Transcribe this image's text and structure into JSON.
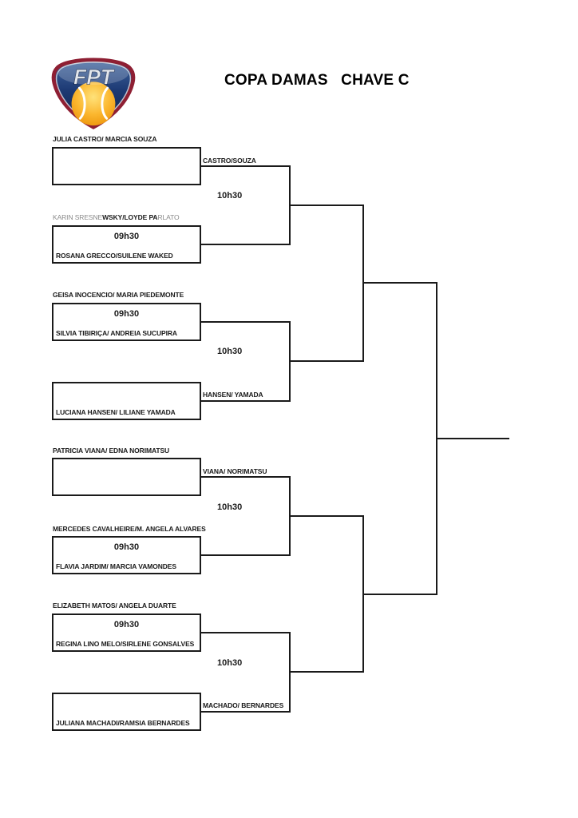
{
  "header": {
    "title": "COPA DAMAS   CHAVE C",
    "logo_text": "FPT"
  },
  "bracket": {
    "round1_slots": [
      {
        "team_above": "JULIA CASTRO/ MARCIA SOUZA",
        "time": "",
        "team_in_box": ""
      },
      {
        "team_above_segments": [
          {
            "text": "KARIN SRESNE",
            "style": "light"
          },
          {
            "text": "WSKY/LOYDE PA",
            "style": "dark"
          },
          {
            "text": "RLATO",
            "style": "light"
          }
        ],
        "time": "09h30",
        "team_in_box": "ROSANA GRECCO/SUILENE WAKED"
      },
      {
        "team_above": "GEISA INOCENCIO/ MARIA PIEDEMONTE",
        "time": "09h30",
        "team_in_box": "SILVIA TIBIRIÇA/ ANDREIA SUCUPIRA"
      },
      {
        "team_above": "",
        "time": "",
        "team_in_box": "LUCIANA HANSEN/ LILIANE YAMADA"
      },
      {
        "team_above": "PATRICIA VIANA/ EDNA NORIMATSU",
        "time": "",
        "team_in_box": ""
      },
      {
        "team_above": "MERCEDES CAVALHEIRE/M. ANGELA ALVARES",
        "time": "09h30",
        "team_in_box": "FLAVIA JARDIM/ MARCIA VAMONDES"
      },
      {
        "team_above": "ELIZABETH MATOS/ ANGELA DUARTE",
        "time": "09h30",
        "team_in_box": "REGINA LINO MELO/SIRLENE GONSALVES"
      },
      {
        "team_above": "",
        "time": "",
        "team_in_box": "JULIANA MACHADI/RAMSIA BERNARDES"
      }
    ],
    "round2": [
      {
        "winner_label": "CASTRO/SOUZA",
        "time": "10h30"
      },
      {
        "winner_label": "HANSEN/ YAMADA",
        "time": "10h30"
      },
      {
        "winner_label": "VIANA/ NORIMATSU",
        "time": "10h30"
      },
      {
        "winner_label": "MACHADO/ BERNARDES",
        "time": "10h30"
      }
    ]
  }
}
